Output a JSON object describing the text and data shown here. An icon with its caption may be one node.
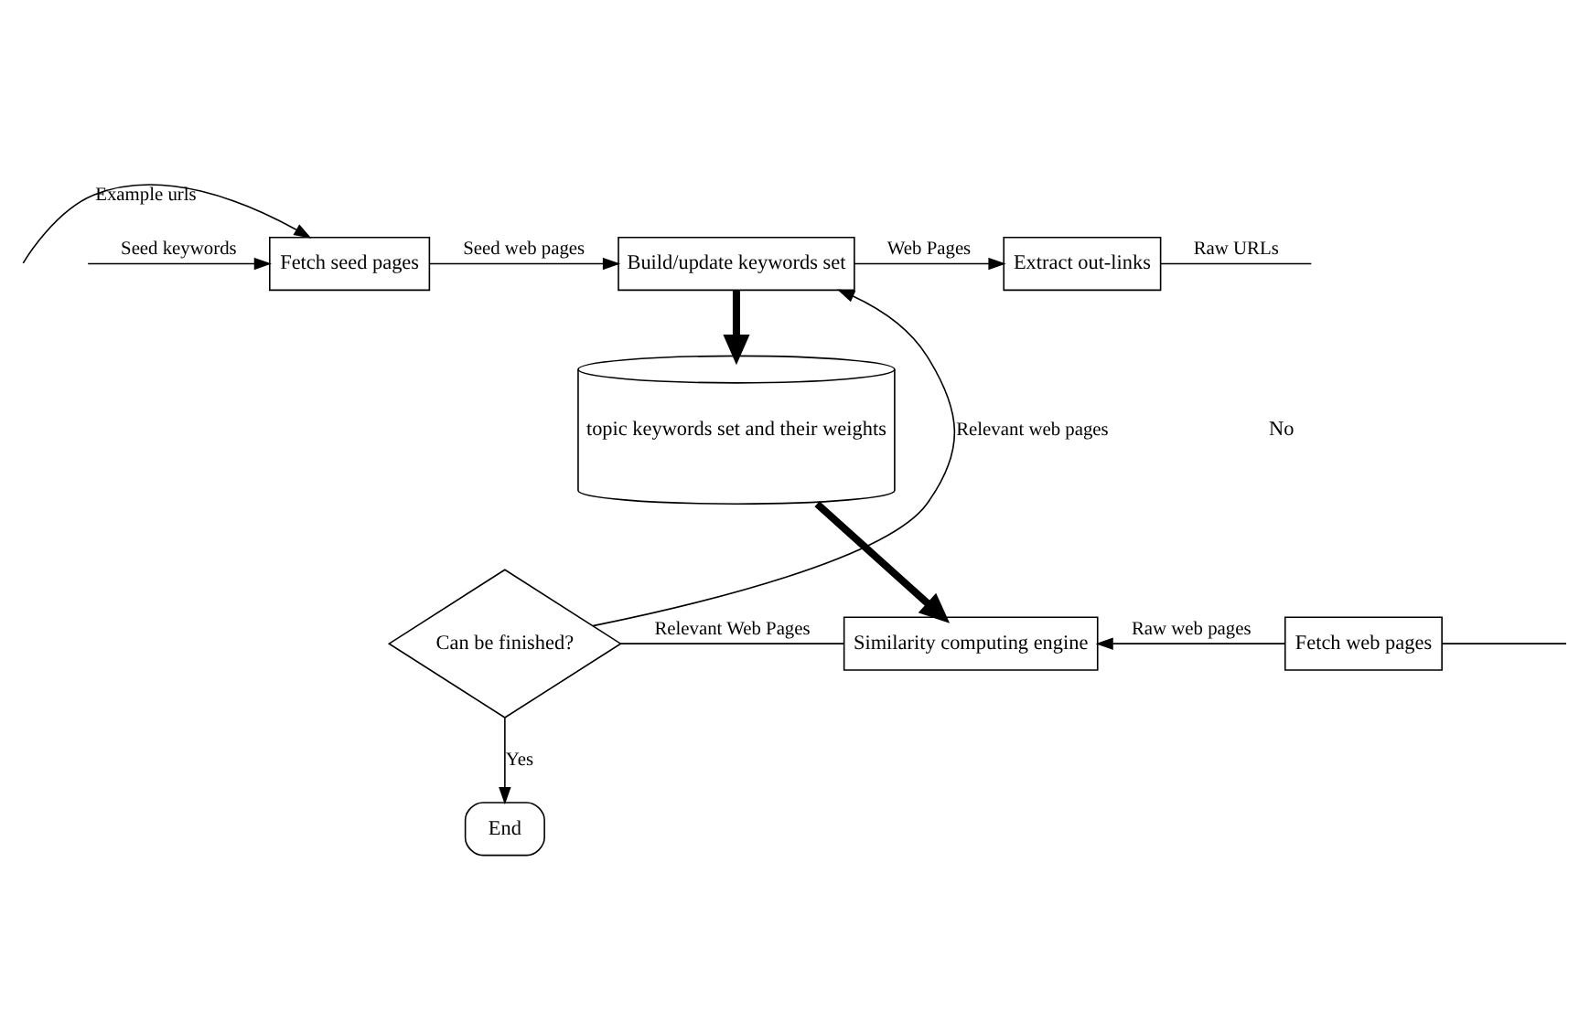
{
  "diagram": {
    "nodes": [
      {
        "text": [
          "Fetch seed pages"
        ]
      },
      {
        "text": [
          "Build/update keywords set"
        ]
      },
      {
        "text": [
          "Extract out-links"
        ]
      },
      {
        "text": [
          "topic keywords set and their weights"
        ]
      },
      {
        "text": [
          "Can be finished?"
        ]
      },
      {
        "text": [
          "Similarity computing engine"
        ]
      },
      {
        "text": [
          "Fetch web pages"
        ]
      },
      {
        "text": [
          "End"
        ]
      }
    ],
    "edges": [
      {
        "from": null,
        "to": 0,
        "arrow": "to",
        "label": "Example urls"
      },
      {
        "from": null,
        "to": 0,
        "arrow": "to",
        "label": "Seed keywords"
      },
      {
        "from": 0,
        "to": 1,
        "arrow": "to",
        "label": "Seed web pages"
      },
      {
        "from": 1,
        "to": 2,
        "arrow": "to",
        "label": "Web Pages"
      },
      {
        "from": 2,
        "to": null,
        "arrow": "none",
        "label": "Raw URLs"
      },
      {
        "from": 4,
        "to": 1,
        "arrow": "to",
        "label": "Relevant web pages"
      },
      {
        "from": 1,
        "to": 3,
        "arrow": "to",
        "style": "thick"
      },
      {
        "from": 3,
        "to": 5,
        "arrow": "to",
        "style": "thick"
      },
      {
        "from": null,
        "to": 6,
        "arrow": "none"
      },
      {
        "from": 6,
        "to": 5,
        "arrow": "to",
        "label": "Raw web pages"
      },
      {
        "from": 5,
        "to": 4,
        "arrow": "none",
        "label": "Relevant Web Pages"
      },
      {
        "from": 4,
        "to": 7,
        "arrow": "to",
        "label": "Yes"
      }
    ],
    "labels": [
      "No"
    ]
  }
}
